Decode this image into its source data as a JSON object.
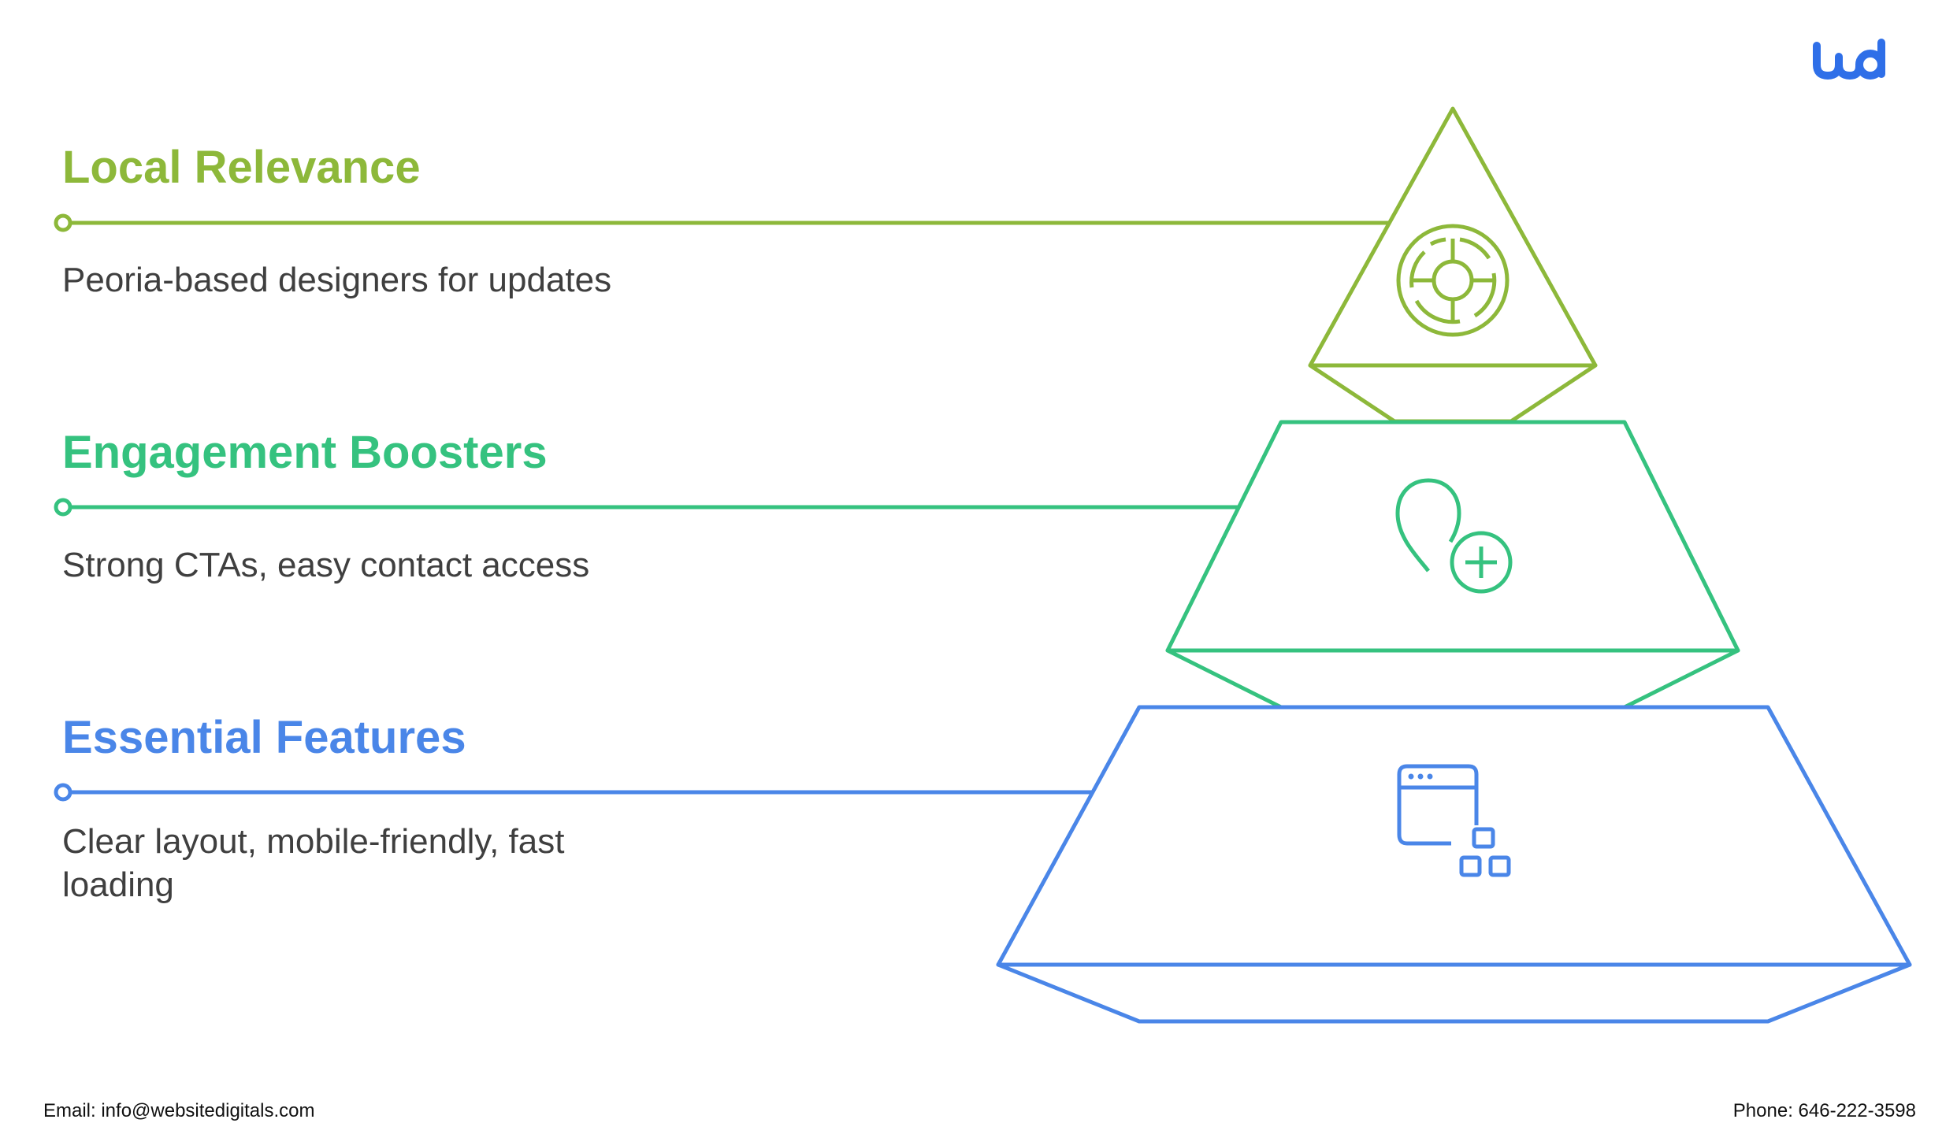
{
  "tiers": [
    {
      "id": "local-relevance",
      "title": "Local Relevance",
      "description": "Peoria-based designers for updates",
      "color": "#8DB83A",
      "icon": "target-icon"
    },
    {
      "id": "engagement-boosters",
      "title": "Engagement Boosters",
      "description": "Strong CTAs, easy contact access",
      "color": "#35C27F",
      "icon": "location-pin-plus-icon"
    },
    {
      "id": "essential-features",
      "title": "Essential Features",
      "description": "Clear layout, mobile-friendly, fast loading",
      "color": "#4A86E8",
      "icon": "browser-window-icon"
    }
  ],
  "footer": {
    "email": "Email: info@websitedigitals.com",
    "phone": "Phone: 646-222-3598"
  },
  "logo": {
    "icon": "wd-logo-icon",
    "color": "#2F6FE8"
  }
}
